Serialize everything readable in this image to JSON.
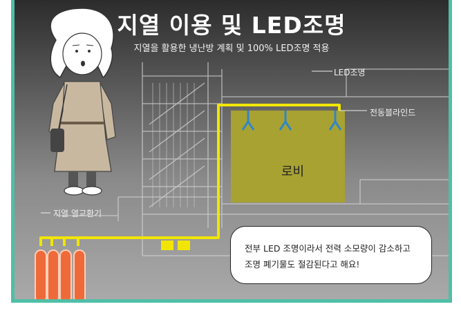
{
  "header": {
    "title": "지열 이용 및 LED조명",
    "subtitle": "지열을 활용한 냉난방 계획 및 100% LED조명 적용"
  },
  "labels": {
    "led": "LED조명",
    "blind": "전동블라인드",
    "lobby": "로비",
    "geothermal": "지열 열교환기"
  },
  "bubble": {
    "line1": "전부 LED 조명이라서 전력 소모량이 감소하고",
    "line2": "조명 폐기물도 절감된다고 해요!"
  },
  "colors": {
    "frame": "#4fbfa6",
    "pipe": "#f2e600",
    "lobby": "#a8a233",
    "heat_exchanger": "#ef6a3a",
    "led_fixture": "#2f86c8"
  }
}
